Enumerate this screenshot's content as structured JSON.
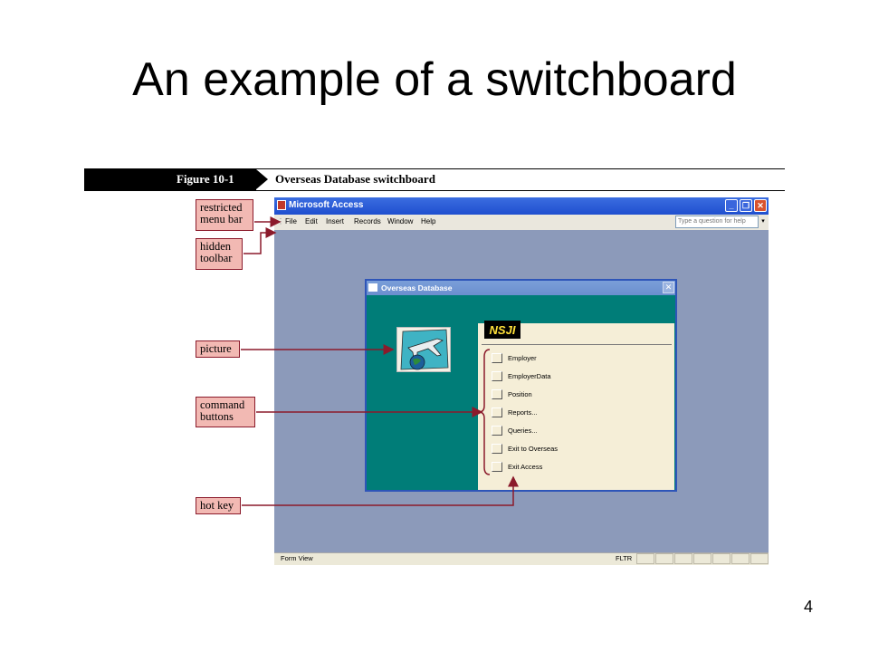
{
  "slide": {
    "title": "An example of a switchboard",
    "page_number": "4"
  },
  "figure": {
    "label": "Figure 10-1",
    "caption": "Overseas Database switchboard"
  },
  "callouts": {
    "restricted_menu_bar": [
      "restricted",
      "menu bar"
    ],
    "hidden_toolbar": [
      "hidden",
      "toolbar"
    ],
    "picture": [
      "picture"
    ],
    "command_buttons": [
      "command",
      "buttons"
    ],
    "hot_key": [
      "hot key"
    ]
  },
  "access_window": {
    "title": "Microsoft Access",
    "menu": [
      "File",
      "Edit",
      "Insert",
      "Records",
      "Window",
      "Help"
    ],
    "help_placeholder": "Type a question for help",
    "status_text": "Form View",
    "status_indicator": "FLTR"
  },
  "switchboard": {
    "title": "Overseas Database",
    "logo_text": "NSJI",
    "buttons": [
      "Employer",
      "EmployerData",
      "Position",
      "Reports...",
      "Queries...",
      "Exit to Overseas",
      "Exit Access"
    ]
  },
  "colors": {
    "callout_fill": "#f2b9b3",
    "callout_border": "#8b1a2b",
    "teal": "#007d78",
    "title_blue": "#1f4fcf"
  }
}
